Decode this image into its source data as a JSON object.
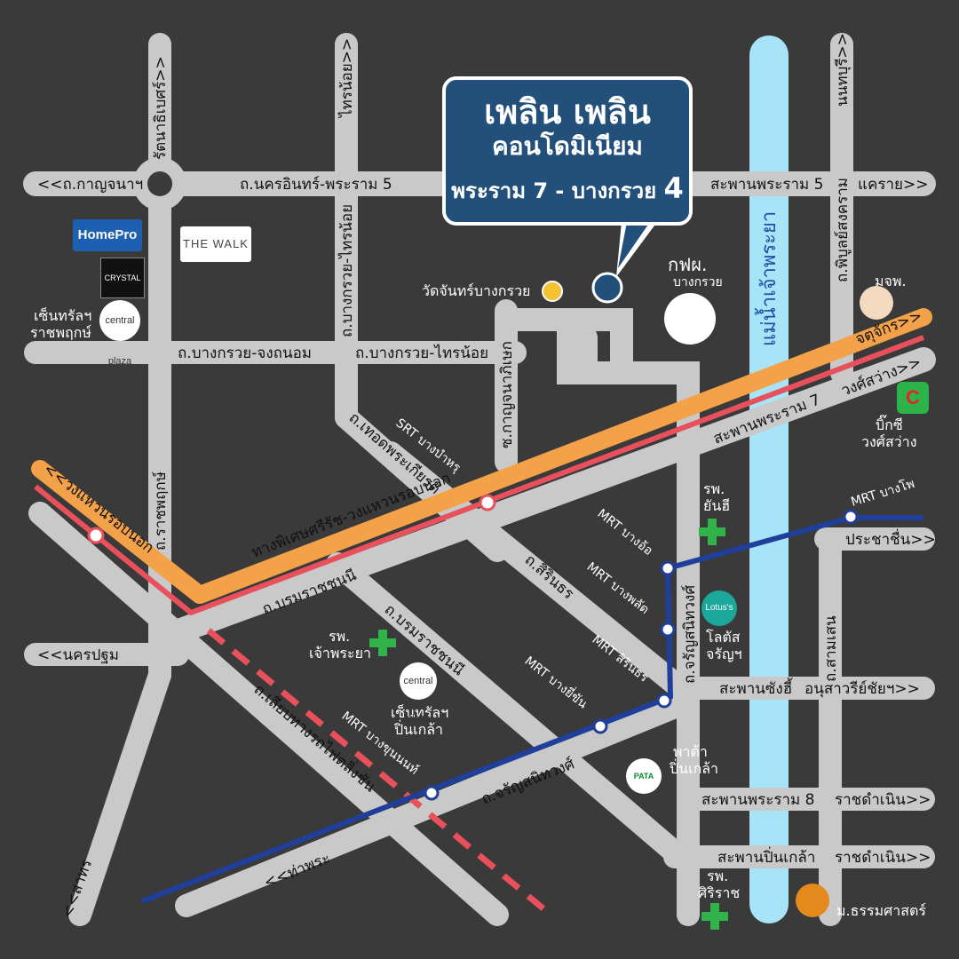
{
  "title": {
    "line1": "เพลิน เพลิน",
    "line2": "คอนโดมิเนียม",
    "line3": "พระราม 7 - บางกรวย",
    "line3_number": "4"
  },
  "roads": {
    "kanchana": "<<ถ.กาญจนาฯ",
    "nakhon_in": "ถ.นครอินทร์-พระราม 5",
    "rama5_bridge": "สะพานพระราม 5",
    "khae_rai": "แคราย>>",
    "rattanathibet": "รัตนาธิเบศร์>>",
    "sainoi": "ไทรน้อย>>",
    "nonthaburi": "นนทบุรี>>",
    "bangkruai_sainoi_v": "ถ.บางกรวย-ไทรน้อย",
    "bangkruai_chongthanom": "ถ.บางกรวย-จงถนอม",
    "bangkruai_sainoi_h": "ถ.บางกรวย-ไทรน้อย",
    "soi_kanchanaphisek": "ซ.กาญจนาภิเษก",
    "thoet_phrakiat": "ถ.เทอดพระเกียรติ",
    "ratchaphruek": "ถ.ราชพฤกษ์",
    "outer_ring_left": "<<วงแหวนรอบนอก",
    "expressway": "ทางพิเศษศรีรัช-วงแหวนรอบนอก",
    "chatuchak": "จตุจักร>>",
    "wong_sawang": "วงศ์สว่าง>>",
    "rama7_bridge": "สะพานพระราม 7",
    "borommaratchachonnani_1": "ถ.บรมราชชนนี",
    "borommaratchachonnani_2": "ถ.บรมราชชนนี",
    "sirinthorn": "ถ.สิรินธร",
    "charan_v": "ถ.จรัญสนิทวงศ์",
    "charan_h": "ถ.จรัญสนิทวงศ์",
    "phibun_songkhram": "ถ.พิบูลย์สงคราม",
    "prachachuen": "ประชาชื่น>>",
    "samsen": "ถ.สามเสน",
    "nakhon_pathom": "<<นครปฐม",
    "sang_hi_bridge": "สะพานซังฮี้",
    "anusawari": "อนุสาวรีย์ชัยฯ>>",
    "rama8_bridge": "สะพานพระราม 8",
    "ratchadamnoen_1": "ราชดำเนิน>>",
    "pinklao_bridge": "สะพานปิ่นเกล้า",
    "ratchadamnoen_2": "ราชดำเนิน>>",
    "rail_line": "ถ.เลียบทางรถไฟตลิ่งชัน",
    "tha_phra": "<<ท่าพระ",
    "sathon": "<<สาทร"
  },
  "river": "แม่น้ำเจ้าพระยา",
  "places": {
    "wat_chan": "วัดจันทร์บางกรวย",
    "egat_1": "กฟผ.",
    "egat_2": "บางกรวย",
    "mcc": "มจพ.",
    "central_ratchaphruek_1": "เซ็นทรัลฯ",
    "central_ratchaphruek_2": "ราชพฤกษ์",
    "bigc_1": "บิ๊กซี",
    "bigc_2": "วงศ์สว่าง",
    "yanhee_1": "รพ.",
    "yanhee_2": "ยันฮี",
    "chaophraya_1": "รพ.",
    "chaophraya_2": "เจ้าพระยา",
    "lotus_1": "โลตัส",
    "lotus_2": "จรัญฯ",
    "central_pinklao_1": "เซ็นทรัลฯ",
    "central_pinklao_2": "ปิ่นเกล้า",
    "pata_1": "พาต้า",
    "pata_2": "ปิ่นเกล้า",
    "siriraj_1": "รพ.",
    "siriraj_2": "ศิริราช",
    "thammasat": "ม.ธรรมศาสตร์"
  },
  "stations": {
    "srt_bang_bamru": "SRT บางบำหรุ",
    "mrt_bang_pho": "MRT บางโพ",
    "mrt_bang_o": "MRT บางอ้อ",
    "mrt_bang_phlat": "MRT บางพลัด",
    "mrt_sirindhorn": "MRT สิรินธร",
    "mrt_bang_yi_khan": "MRT บางยี่ขัน",
    "mrt_bang_khun_non": "MRT บางขุนนนท์"
  },
  "logos": {
    "homepro": "HomePro",
    "thewalk": "THE WALK",
    "crystal": "CRYSTAL",
    "central": "central plaza",
    "bigc": "C",
    "lotus": "Lotus's",
    "pata": "PATA"
  },
  "colors": {
    "background": "#3a3a3a",
    "road": "#c9c9c9",
    "expressway": "#f4a24a",
    "srt_line": "#e8505b",
    "mrt_line": "#1f3f9a",
    "river": "#a8e4f7",
    "title_box": "#22507b",
    "hospital": "#2fb34a",
    "marker_site": "#22507b",
    "marker_temple": "#f2c230"
  }
}
